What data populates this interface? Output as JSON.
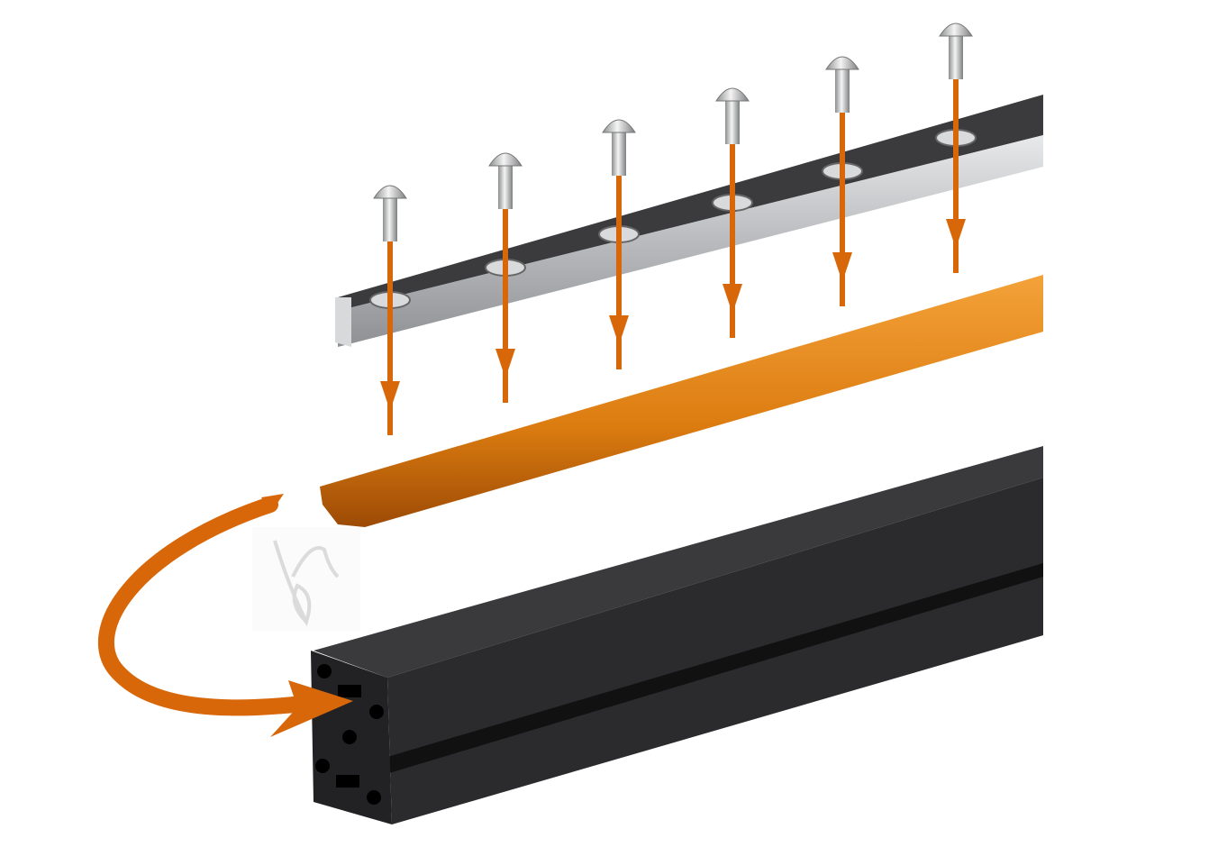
{
  "illustration": {
    "subject": "linear-rail-mounting-onto-aluminum-extrusion",
    "screw_count": 6,
    "colors": {
      "arrow": "#d8670a",
      "rail_top": "#3b3b3d",
      "rail_side": "#c4c6c8",
      "spacer_strip": "#e0800f",
      "extrusion": "#2a2a2c",
      "background": "#ffffff"
    },
    "icons": [
      "screw-icon",
      "down-arrow-icon",
      "curved-arrow-icon",
      "watermark-logo"
    ],
    "logo": {
      "lettering": ""
    }
  }
}
